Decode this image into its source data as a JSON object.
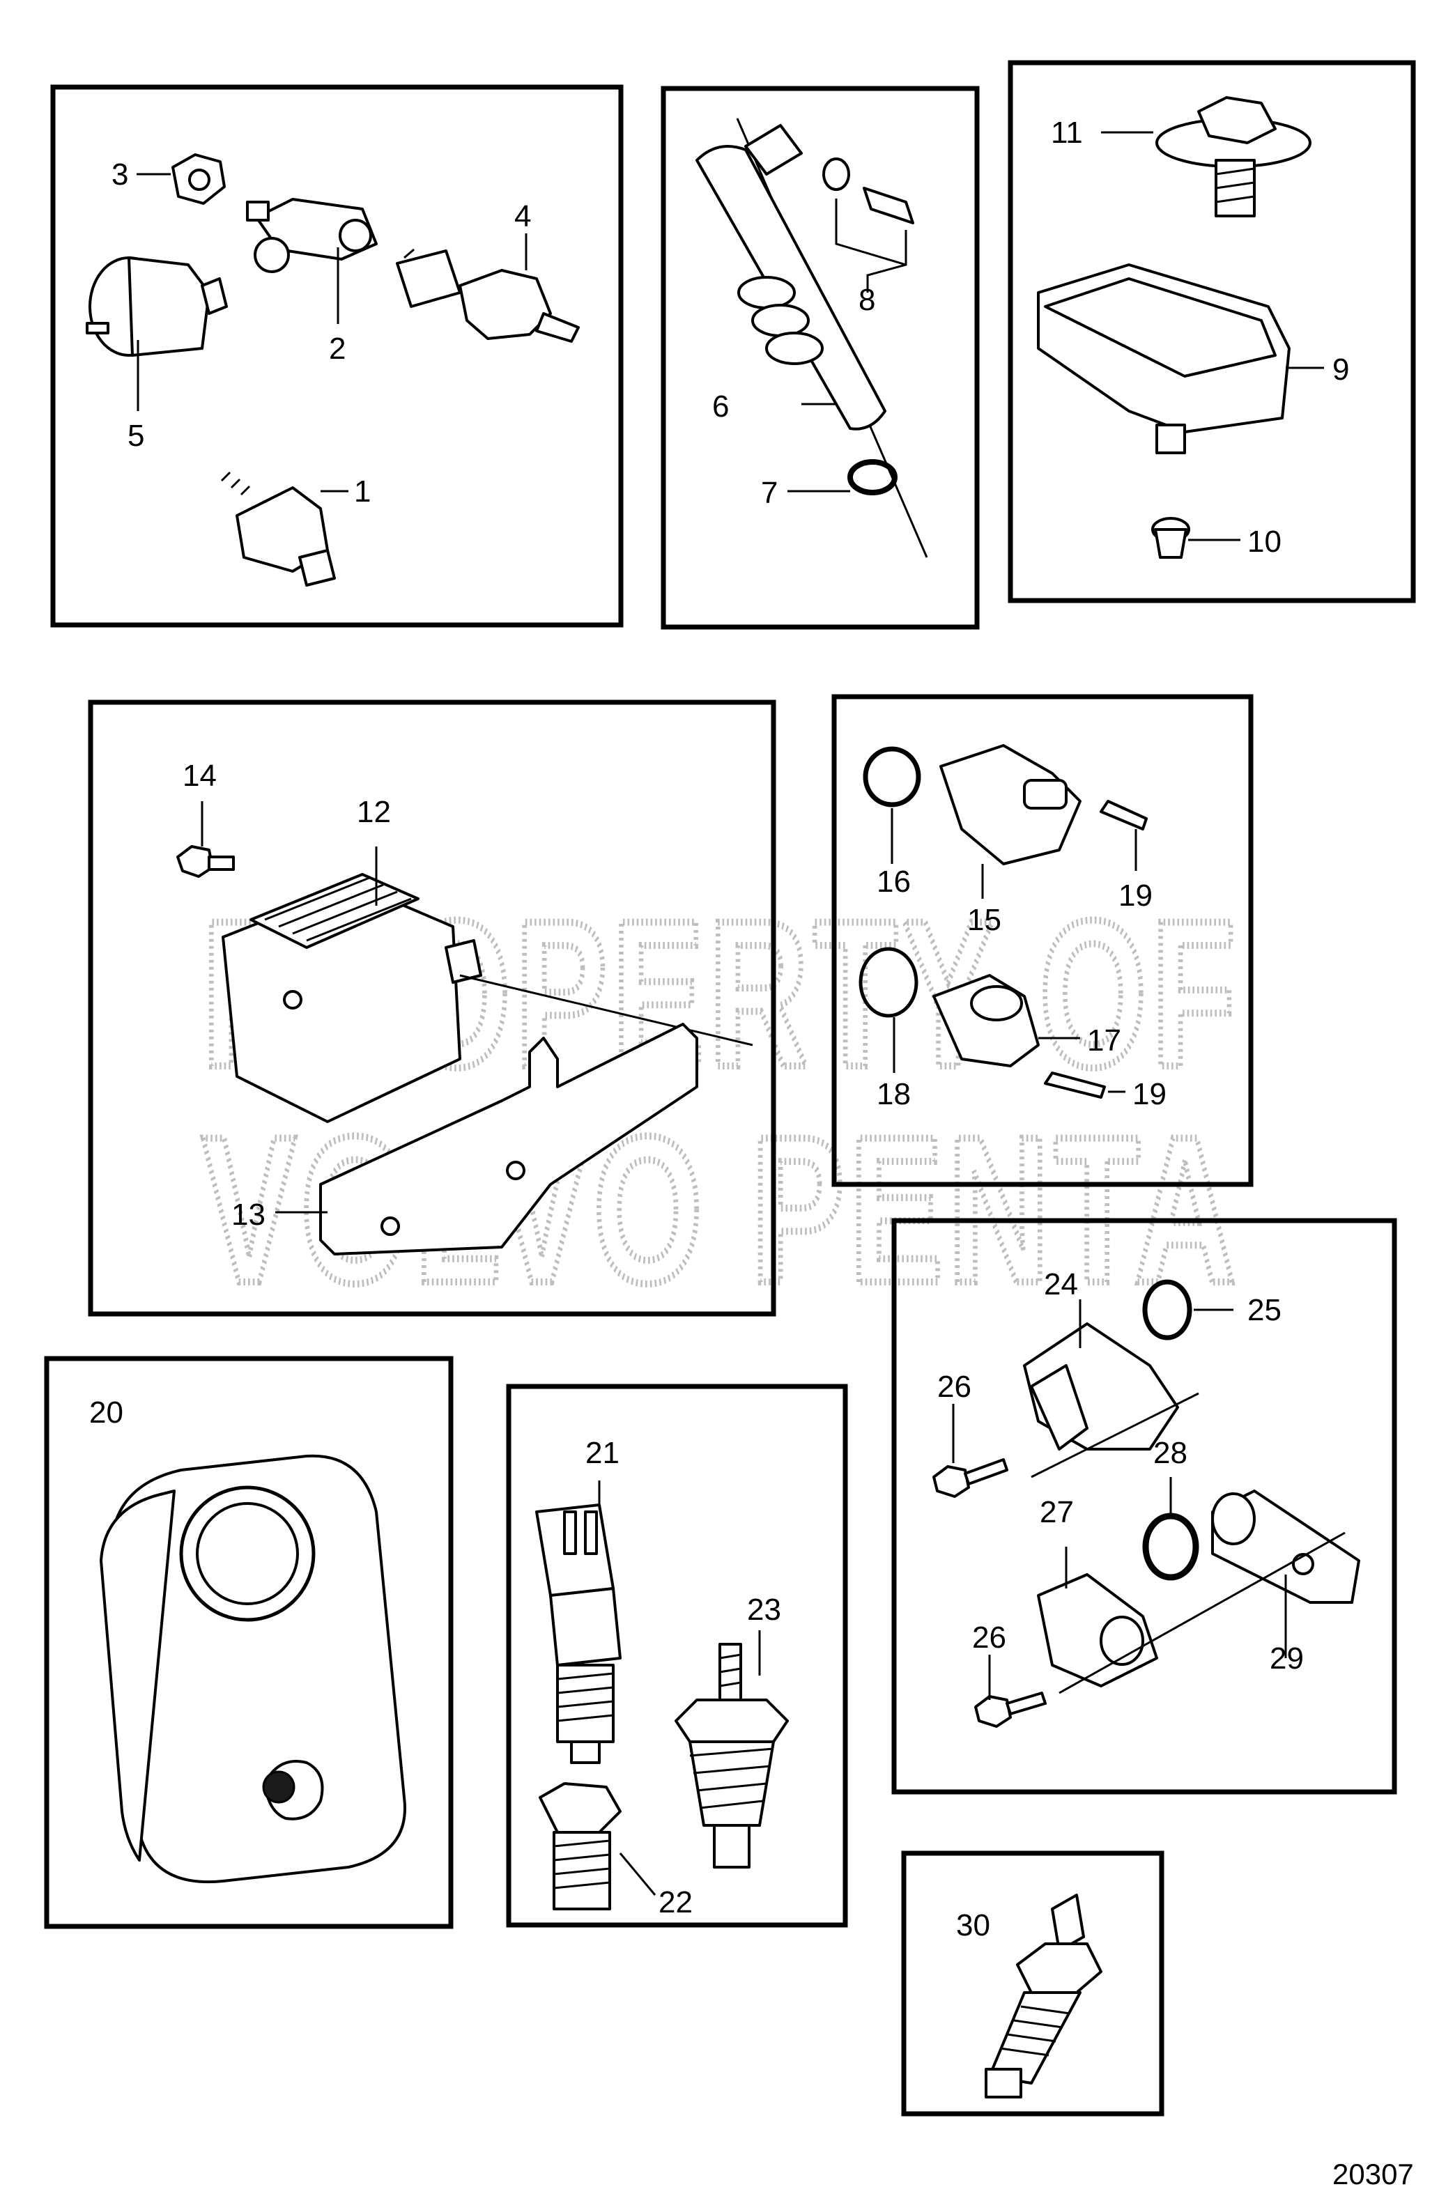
{
  "drawing_number": "20307",
  "watermark": {
    "line1": "PROPERTY OF",
    "line2": "VOLVO PENTA"
  },
  "callouts": {
    "c1": "1",
    "c2": "2",
    "c3": "3",
    "c4": "4",
    "c5": "5",
    "c6": "6",
    "c7": "7",
    "c8": "8",
    "c9": "9",
    "c10": "10",
    "c11": "11",
    "c12": "12",
    "c13": "13",
    "c14": "14",
    "c15": "15",
    "c16": "16",
    "c17": "17",
    "c18": "18",
    "c19a": "19",
    "c19b": "19",
    "c20": "20",
    "c21": "21",
    "c22": "22",
    "c23": "23",
    "c24": "24",
    "c25": "25",
    "c26a": "26",
    "c26b": "26",
    "c27": "27",
    "c28": "28",
    "c29": "29",
    "c30": "30"
  }
}
